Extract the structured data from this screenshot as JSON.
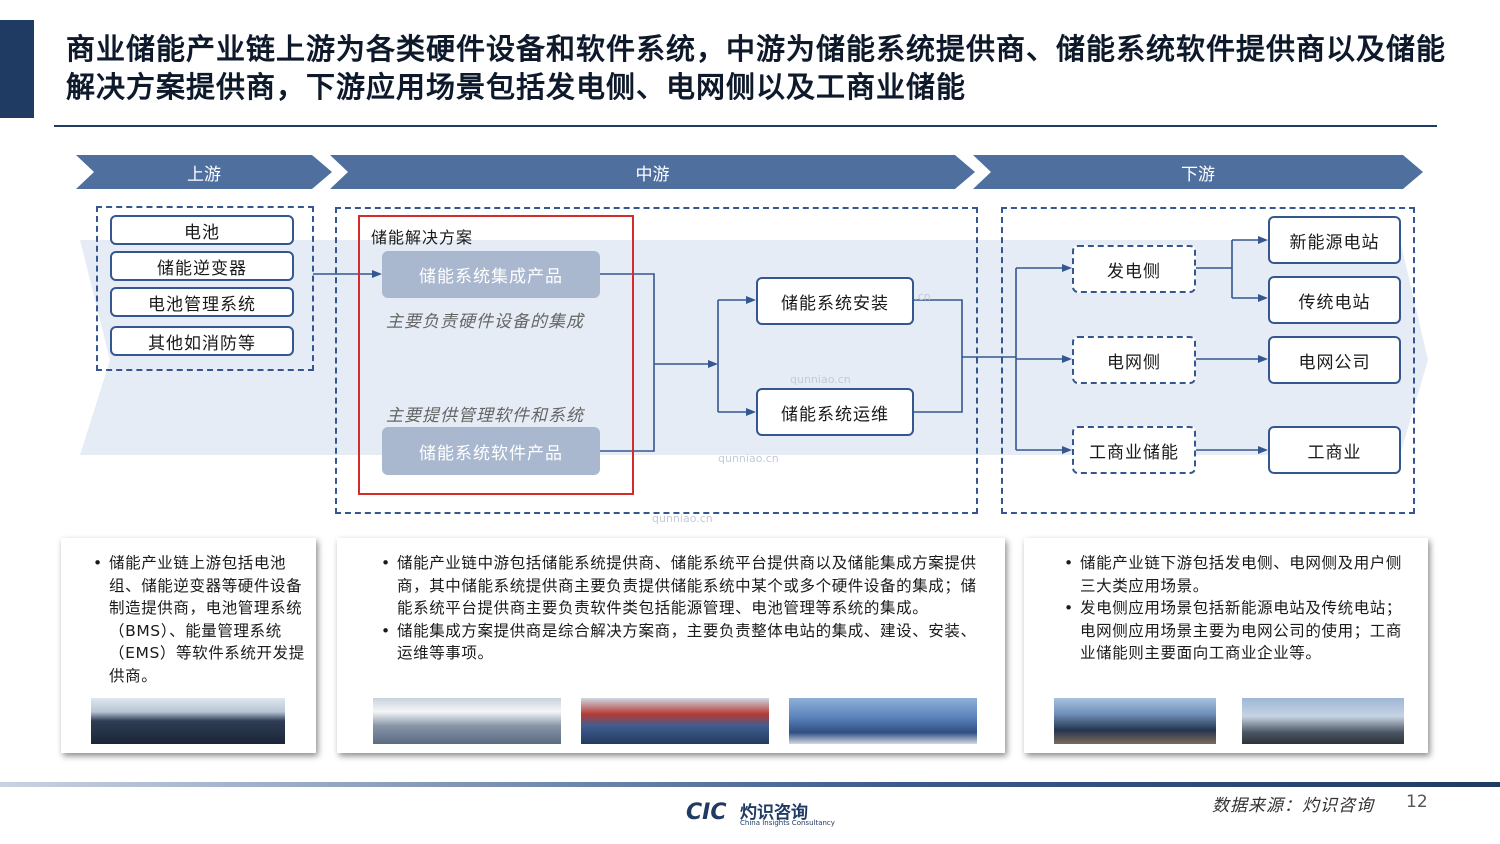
{
  "title": "商业储能产业链上游为各类硬件设备和软件系统，中游为储能系统提供商、储能系统软件提供商以及储能解决方案提供商，下游应用场景包括发电侧、电网侧以及工商业储能",
  "stages": {
    "upstream": "上游",
    "midstream": "中游",
    "downstream": "下游"
  },
  "upstream_items": [
    "电池",
    "储能逆变器",
    "电池管理系统",
    "其他如消防等"
  ],
  "solution": {
    "label": "储能解决方案",
    "integration_product": "储能系统集成产品",
    "integration_note": "主要负责硬件设备的集成",
    "software_note": "主要提供管理软件和系统",
    "software_product": "储能系统软件产品"
  },
  "mid_services": {
    "install": "储能系统安装",
    "om": "储能系统运维"
  },
  "downstream": {
    "gen_side": "发电侧",
    "grid_side": "电网侧",
    "ci_storage": "工商业储能",
    "new_energy_station": "新能源电站",
    "traditional_station": "传统电站",
    "grid_company": "电网公司",
    "ci_enterprise": "工商业"
  },
  "watermark": "qunniao.cn",
  "cards": {
    "upstream": [
      "储能产业链上游包括电池组、储能逆变器等硬件设备制造提供商，电池管理系统（BMS）、能量管理系统（EMS）等软件系统开发提供商。"
    ],
    "midstream": [
      "储能产业链中游包括储能系统提供商、储能系统平台提供商以及储能集成方案提供商，其中储能系统提供商主要负责提供储能系统中某个或多个硬件设备的集成；储能系统平台提供商主要负责软件类包括能源管理、电池管理等系统的集成。",
      "储能集成方案提供商是综合解决方案商，主要负责整体电站的集成、建设、安装、运维等事项。"
    ],
    "downstream": [
      "储能产业链下游包括发电侧、电网侧及用户侧三大类应用场景。",
      "发电侧应用场景包括新能源电站及传统电站；电网侧应用场景主要为电网公司的使用；工商业储能则主要面向工商业企业等。"
    ]
  },
  "footer": {
    "logo_mark": "CIC",
    "logo_cn": "灼识咨询",
    "logo_en": "China Insights Consultancy",
    "source": "数据来源：灼识咨询",
    "page_number": "12"
  },
  "colors": {
    "navy": "#1f3b63",
    "chevron": "#4f6f9f",
    "box_border": "#35578f",
    "highlight_red": "#d42b2b"
  }
}
